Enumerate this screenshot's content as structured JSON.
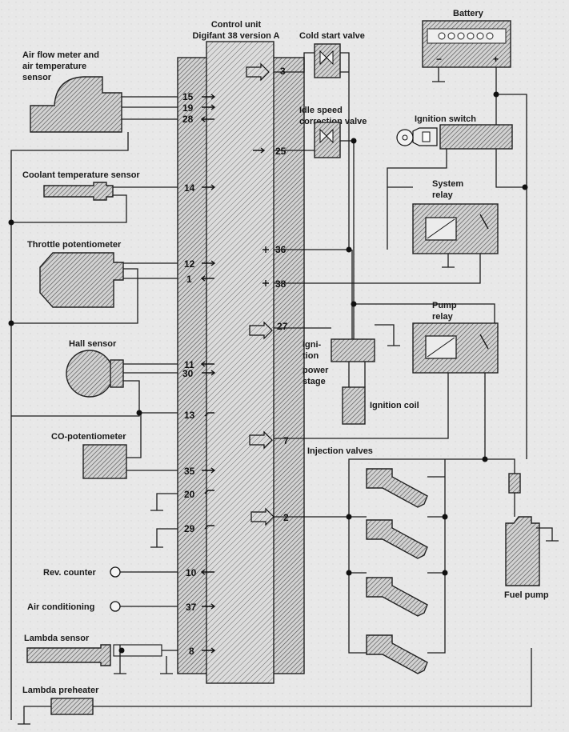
{
  "title": {
    "line1": "Control unit",
    "line2": "Digifant 38 version A"
  },
  "components": {
    "air_flow_meter": {
      "line1": "Air flow meter and",
      "line2": "air temperature",
      "line3": "sensor"
    },
    "coolant_sensor": "Coolant temperature sensor",
    "throttle_pot": "Throttle potentiometer",
    "hall_sensor": "Hall sensor",
    "co_pot": "CO-potentiometer",
    "rev_counter": "Rev. counter",
    "air_conditioning": "Air conditioning",
    "lambda_sensor": "Lambda sensor",
    "lambda_preheater": "Lambda preheater",
    "cold_start_valve": "Cold start valve",
    "idle_valve": {
      "line1": "Idle speed",
      "line2": "correction valve"
    },
    "battery": "Battery",
    "battery_minus": "−",
    "battery_plus": "+",
    "ignition_switch": "Ignition switch",
    "system_relay": {
      "line1": "System",
      "line2": "relay"
    },
    "pump_relay": {
      "line1": "Pump",
      "line2": "relay"
    },
    "ignition_power_stage": {
      "line1": "Igni-",
      "line2": "tion",
      "line3": "power",
      "line4": "stage"
    },
    "ignition_coil": "Ignition coil",
    "injection_valves": "Injection valves",
    "fuel_pump": "Fuel pump"
  },
  "pins": {
    "left": [
      "15",
      "19",
      "28",
      "14",
      "12",
      "1",
      "11",
      "30",
      "13",
      "35",
      "20",
      "29",
      "10",
      "37",
      "8"
    ],
    "right": [
      "3",
      "25",
      "36",
      "38",
      "27",
      "7",
      "2"
    ]
  }
}
